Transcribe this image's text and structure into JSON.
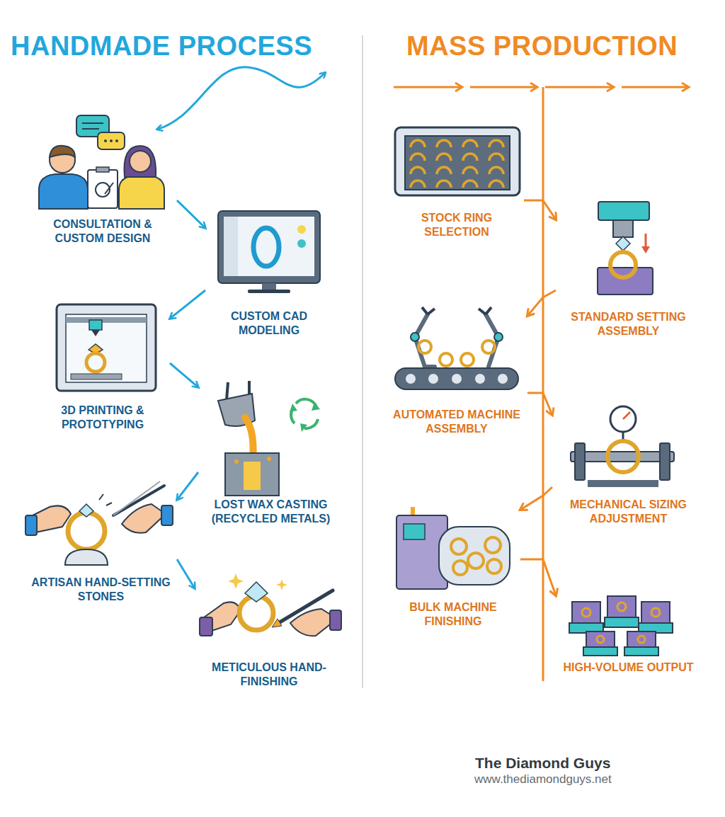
{
  "diagram": {
    "nodes": [
      {
        "text": [
          "CONSULTATION & CUSTOM DESIGN"
        ]
      },
      {
        "text": [
          "CUSTOM CAD MODELING"
        ]
      },
      {
        "text": [
          "3D PRINTING & PROTOTYPING"
        ]
      },
      {
        "text": [
          "LOST WAX CASTING (RECYCLED METALS)"
        ]
      },
      {
        "text": [
          "ARTISAN HAND-SETTING STONES"
        ]
      },
      {
        "text": [
          "METICULOUS HAND-FINISHING"
        ]
      },
      {
        "text": [
          "STOCK RING SELECTION"
        ]
      },
      {
        "text": [
          "STANDARD SETTING ASSEMBLY"
        ]
      },
      {
        "text": [
          "AUTOMATED MACHINE ASSEMBLY"
        ]
      },
      {
        "text": [
          "MECHANICAL SIZING ADJUSTMENT"
        ]
      },
      {
        "text": [
          "BULK MACHINE FINISHING"
        ]
      },
      {
        "text": [
          "HIGH-VOLUME OUTPUT"
        ]
      }
    ],
    "edges": [
      {
        "from": 0,
        "to": 1,
        "arrow": "to"
      },
      {
        "from": 1,
        "to": 2,
        "arrow": "to"
      },
      {
        "from": 2,
        "to": 3,
        "arrow": "to"
      },
      {
        "from": 3,
        "to": 4,
        "arrow": "to"
      },
      {
        "from": 4,
        "to": 5,
        "arrow": "to"
      },
      {
        "from": 6,
        "to": 7,
        "arrow": "to"
      },
      {
        "from": 7,
        "to": 8,
        "arrow": "to"
      },
      {
        "from": 8,
        "to": 9,
        "arrow": "to"
      },
      {
        "from": 9,
        "to": 10,
        "arrow": "to"
      },
      {
        "from": 10,
        "to": 11,
        "arrow": "to"
      }
    ],
    "labels": [
      "HANDMADE PROCESS",
      "MASS PRODUCTION",
      "The Diamond Guys",
      "www.thediamondguys.net"
    ]
  }
}
